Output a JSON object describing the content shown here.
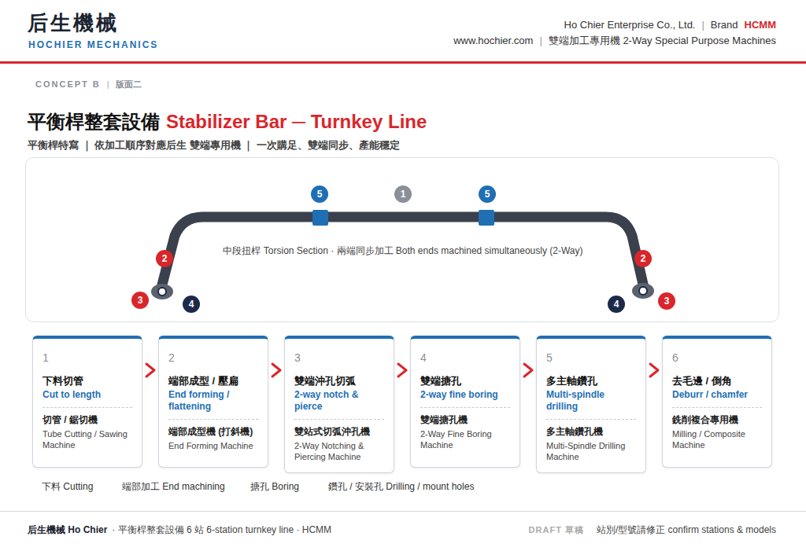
{
  "diagram": {
    "title": "平衡桿整套設備",
    "nodes": [
      {
        "text": [
          "1",
          "下料切管",
          "Cut to length",
          "切管 / 鋸切機",
          "Tube Cutting / Sawing Machine"
        ]
      },
      {
        "text": [
          "2",
          "端部成型 / 壓扁",
          "End forming / flattening",
          "端部成型機 (打斜機)",
          "End Forming Machine"
        ]
      },
      {
        "text": [
          "3",
          "雙端沖孔切弧",
          "2-way notch & pierce",
          "雙站式切弧沖孔機",
          "2-Way Notching & Piercing Machine"
        ]
      },
      {
        "text": [
          "4",
          "雙端搪孔",
          "2-way fine boring",
          "雙端搪孔機",
          "2-Way Fine Boring Machine"
        ]
      },
      {
        "text": [
          "5",
          "多主軸鑽孔",
          "Multi-spindle drilling",
          "多主軸鑽孔機",
          "Multi-Spindle Drilling Machine"
        ]
      },
      {
        "text": [
          "6",
          "去毛邊 / 倒角",
          "Deburr / chamfer",
          "銑削複合專用機",
          "Milling / Composite Machine"
        ]
      }
    ],
    "edges": [
      {
        "from": 0,
        "to": 1,
        "arrow": "to"
      },
      {
        "from": 1,
        "to": 2,
        "arrow": "to"
      },
      {
        "from": 2,
        "to": 3,
        "arrow": "to"
      },
      {
        "from": 3,
        "to": 4,
        "arrow": "to"
      },
      {
        "from": 4,
        "to": 5,
        "arrow": "to"
      }
    ],
    "labels": [
      "后生機械",
      "HOCHIER MECHANICS",
      "Ho Chier Enterprise Co., Ltd.",
      "|",
      "Brand",
      "HCMM",
      "www.hochier.com",
      "|",
      "雙端加工專用機 2-Way Special Purpose Machines",
      "CONCEPT B",
      "|",
      "版面二",
      "Stabilizer Bar ─ Turnkey Line",
      "平衡桿特寫 ｜ 依加工順序對應后生 雙端專用機 ｜ 一次購足、雙端同步、產能穩定",
      "5",
      "1",
      "5",
      "2",
      "3",
      "4",
      "2",
      "3",
      "4",
      "中段扭桿 Torsion Section · 兩端同步加工 Both ends machined simultaneously (2-Way)",
      "下料 Cutting",
      "端部加工 End machining",
      "搪孔 Boring",
      "鑽孔 / 安裝孔 Drilling / mount holes",
      "后生機械 Ho Chier",
      "· 平衡桿整套設備 6 站 6-station turnkey line · HCMM",
      "DRAFT 草稿",
      "站別/型號請修正 confirm stations & models"
    ]
  }
}
